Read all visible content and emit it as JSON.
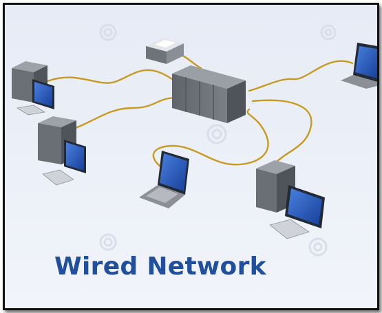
{
  "caption": "Wired Network",
  "colors": {
    "caption": "#1f4f9e",
    "cable": "#c99a22",
    "screen": "#2356b8",
    "case": "#6a6e75",
    "background": "#e7ecf6"
  },
  "diagram": {
    "nodes": [
      {
        "id": "printer",
        "icon": "printer-icon"
      },
      {
        "id": "server-rack",
        "icon": "server-rack-icon"
      },
      {
        "id": "desktop-top-left",
        "icon": "desktop-computer-icon"
      },
      {
        "id": "desktop-mid-left",
        "icon": "desktop-computer-icon"
      },
      {
        "id": "laptop-center",
        "icon": "laptop-icon"
      },
      {
        "id": "desktop-bottom-right",
        "icon": "desktop-computer-icon"
      },
      {
        "id": "laptop-top-right",
        "icon": "laptop-icon"
      }
    ],
    "edges": [
      [
        "printer",
        "server-rack"
      ],
      [
        "desktop-top-left",
        "server-rack"
      ],
      [
        "desktop-mid-left",
        "server-rack"
      ],
      [
        "laptop-center",
        "server-rack"
      ],
      [
        "desktop-bottom-right",
        "server-rack"
      ],
      [
        "laptop-top-right",
        "server-rack"
      ]
    ]
  }
}
